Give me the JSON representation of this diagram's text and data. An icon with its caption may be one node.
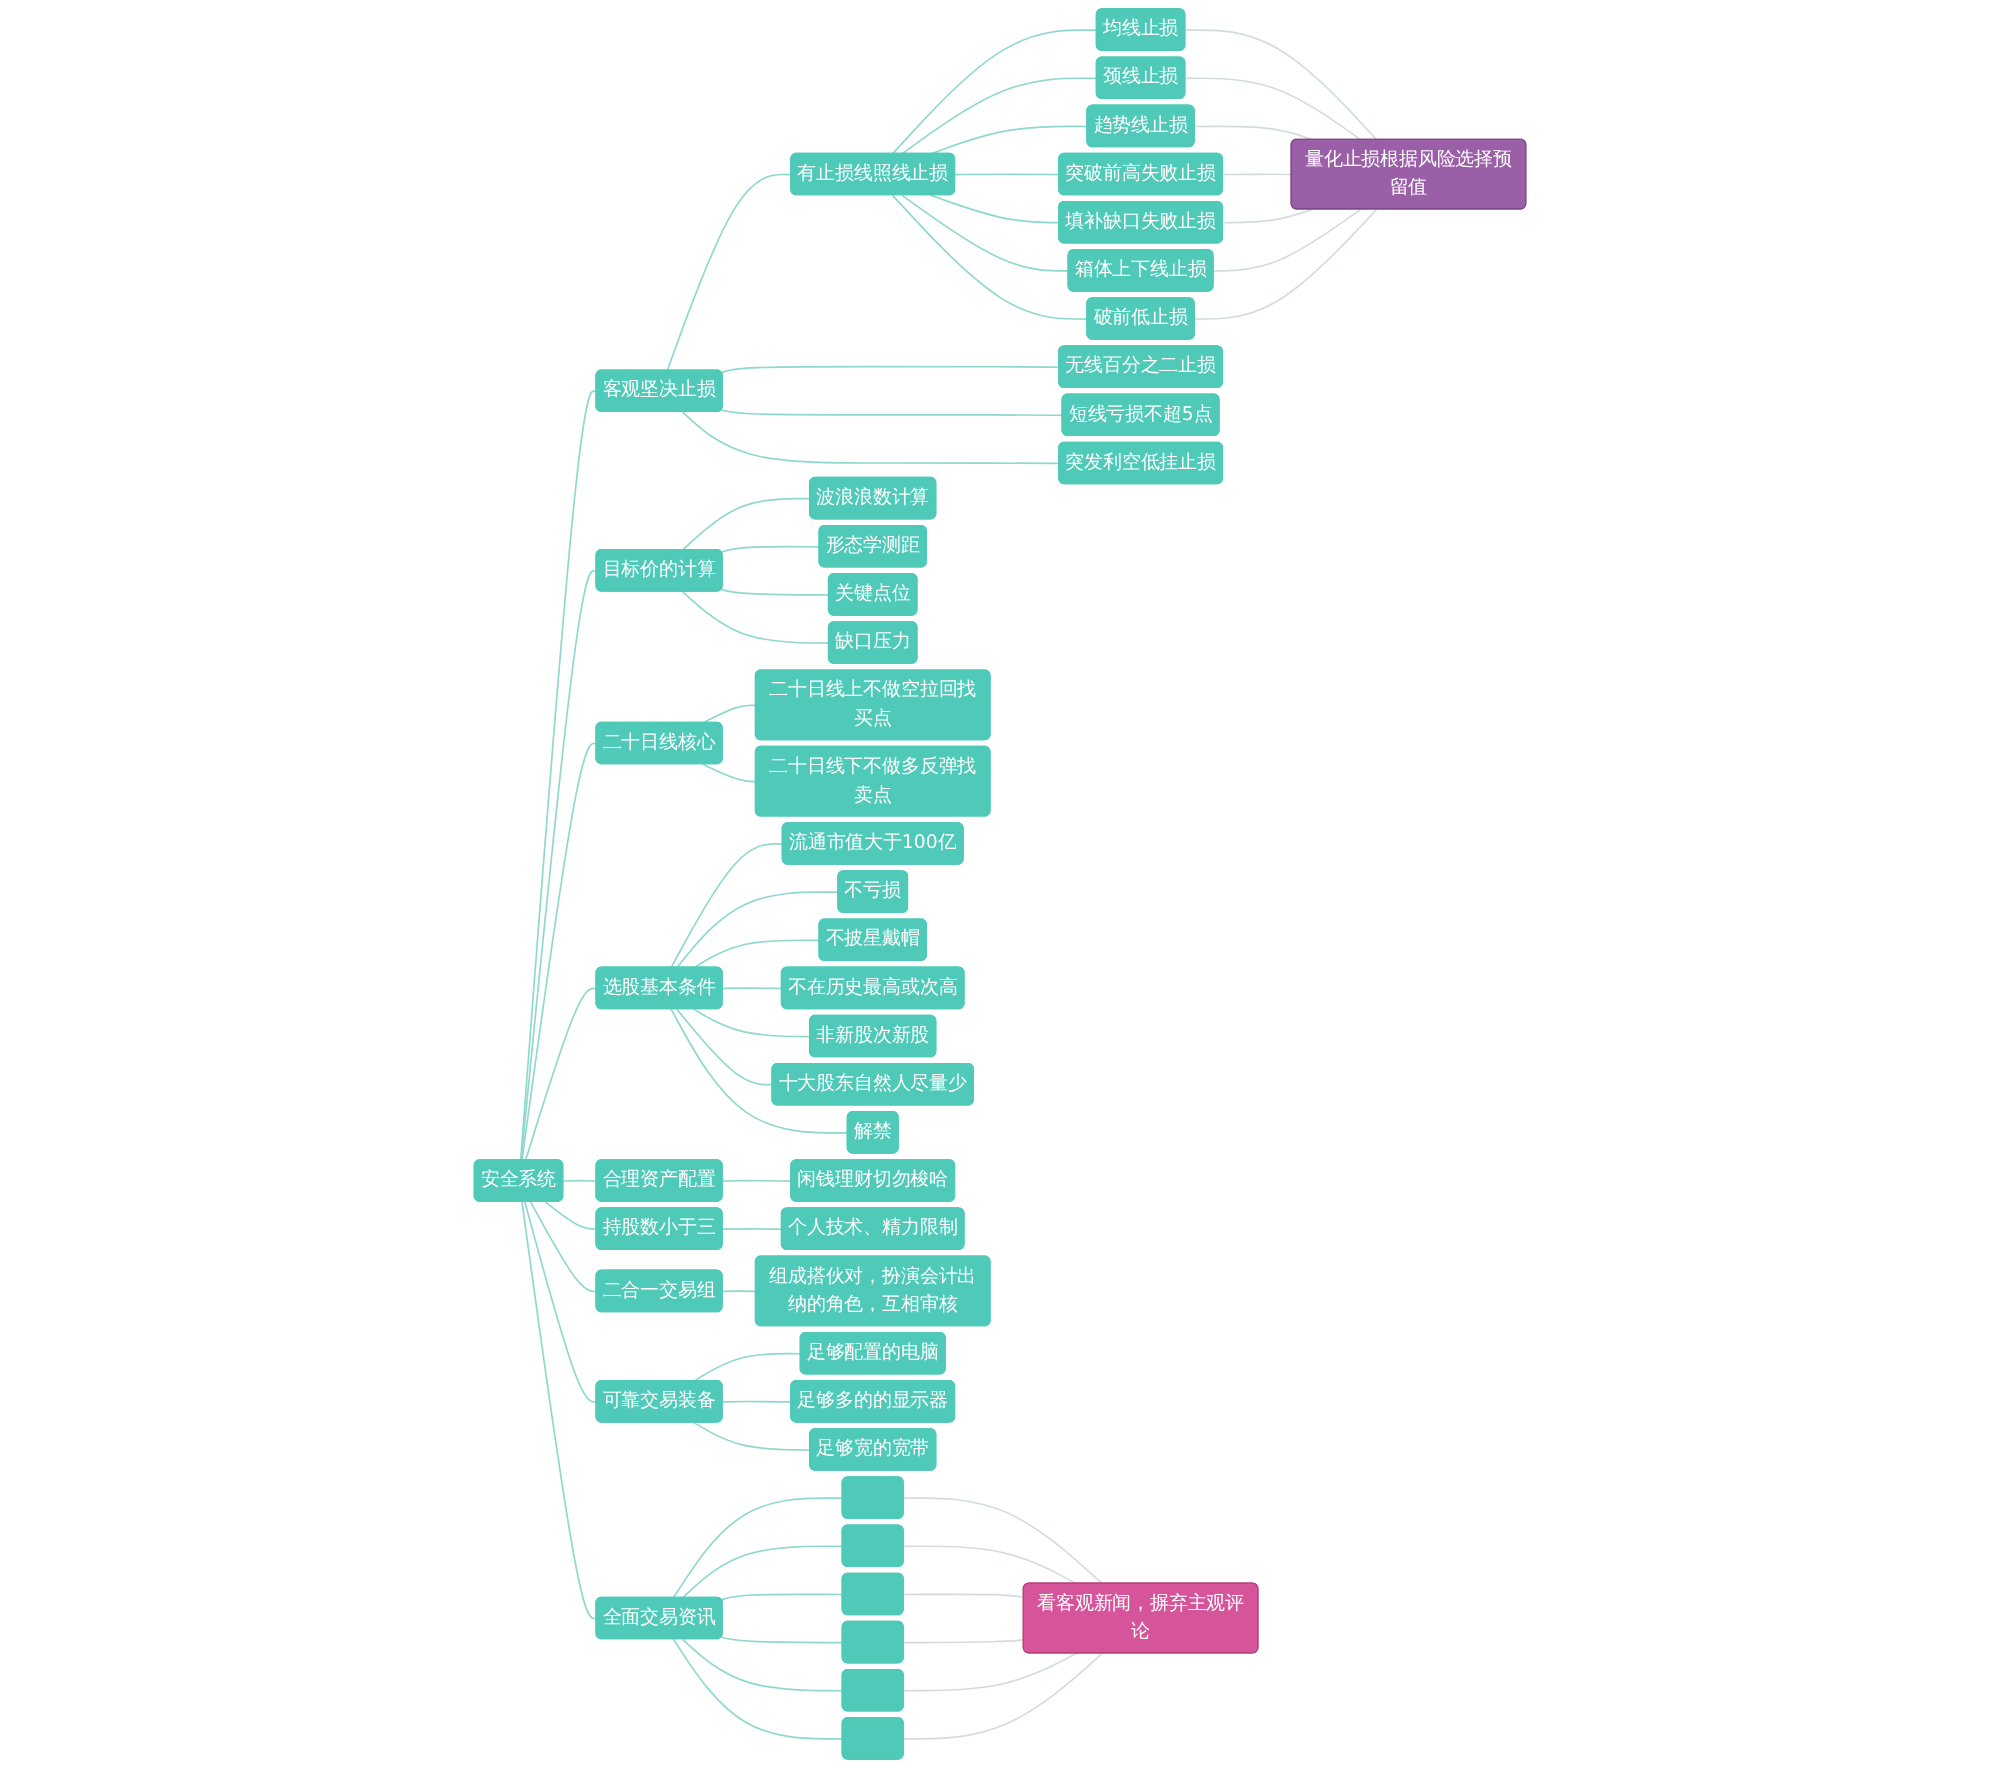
{
  "diagram": {
    "nodes": [
      {
        "text": [
          "安全系统"
        ]
      },
      {
        "text": [
          "客观坚决止损"
        ]
      },
      {
        "text": [
          "有止损线照线止损"
        ]
      },
      {
        "text": [
          "均线止损"
        ]
      },
      {
        "text": [
          "颈线止损"
        ]
      },
      {
        "text": [
          "趋势线止损"
        ]
      },
      {
        "text": [
          "突破前高失败止损"
        ]
      },
      {
        "text": [
          "填补缺口失败止损"
        ]
      },
      {
        "text": [
          "箱体上下线止损"
        ]
      },
      {
        "text": [
          "破前低止损"
        ]
      },
      {
        "text": [
          "量化止损根据风险选择预留值"
        ]
      },
      {
        "text": [
          "无线百分之二止损"
        ]
      },
      {
        "text": [
          "短线亏损不超5点"
        ]
      },
      {
        "text": [
          "突发利空低挂止损"
        ]
      },
      {
        "text": [
          "目标价的计算"
        ]
      },
      {
        "text": [
          "波浪浪数计算"
        ]
      },
      {
        "text": [
          "形态学测距"
        ]
      },
      {
        "text": [
          "关键点位"
        ]
      },
      {
        "text": [
          "缺口压力"
        ]
      },
      {
        "text": [
          "二十日线核心"
        ]
      },
      {
        "text": [
          "二十日线上不做空拉回找买点"
        ]
      },
      {
        "text": [
          "二十日线下不做多反弹找卖点"
        ]
      },
      {
        "text": [
          "选股基本条件"
        ]
      },
      {
        "text": [
          "流通市值大于100亿"
        ]
      },
      {
        "text": [
          "不亏损"
        ]
      },
      {
        "text": [
          "不披星戴帽"
        ]
      },
      {
        "text": [
          "不在历史最高或次高"
        ]
      },
      {
        "text": [
          "非新股次新股"
        ]
      },
      {
        "text": [
          "十大股东自然人尽量少"
        ]
      },
      {
        "text": [
          "解禁"
        ]
      },
      {
        "text": [
          "合理资产配置"
        ]
      },
      {
        "text": [
          "闲钱理财切勿梭哈"
        ]
      },
      {
        "text": [
          "持股数小于三"
        ]
      },
      {
        "text": [
          "个人技术、精力限制"
        ]
      },
      {
        "text": [
          "二合一交易组"
        ]
      },
      {
        "text": [
          "组成搭伙对，扮演会计出纳的角色，互相审核"
        ]
      },
      {
        "text": [
          "可靠交易装备"
        ]
      },
      {
        "text": [
          "足够配置的电脑"
        ]
      },
      {
        "text": [
          "足够多的的显示器"
        ]
      },
      {
        "text": [
          "足够宽的宽带"
        ]
      },
      {
        "text": [
          "全面交易资讯"
        ]
      },
      {
        "text": [],
        "shape": "box"
      },
      {
        "text": [],
        "shape": "box"
      },
      {
        "text": [],
        "shape": "box"
      },
      {
        "text": [],
        "shape": "box"
      },
      {
        "text": [],
        "shape": "box"
      },
      {
        "text": [],
        "shape": "box"
      },
      {
        "text": [
          "看客观新闻，摒弃主观评论"
        ]
      }
    ],
    "edges": [
      {
        "from": 0,
        "to": 1,
        "arrow": "none"
      },
      {
        "from": 1,
        "to": 2,
        "arrow": "none"
      },
      {
        "from": 2,
        "to": 3,
        "arrow": "none"
      },
      {
        "from": 2,
        "to": 4,
        "arrow": "none"
      },
      {
        "from": 2,
        "to": 5,
        "arrow": "none"
      },
      {
        "from": 2,
        "to": 6,
        "arrow": "none"
      },
      {
        "from": 2,
        "to": 7,
        "arrow": "none"
      },
      {
        "from": 2,
        "to": 8,
        "arrow": "none"
      },
      {
        "from": 2,
        "to": 9,
        "arrow": "none"
      },
      {
        "from": 3,
        "to": 10,
        "arrow": "none",
        "color": "#d3dcdc"
      },
      {
        "from": 4,
        "to": 10,
        "arrow": "none",
        "color": "#d3dcdc"
      },
      {
        "from": 5,
        "to": 10,
        "arrow": "none",
        "color": "#d3dcdc"
      },
      {
        "from": 6,
        "to": 10,
        "arrow": "none",
        "color": "#d3dcdc"
      },
      {
        "from": 7,
        "to": 10,
        "arrow": "none",
        "color": "#d3dcdc"
      },
      {
        "from": 8,
        "to": 10,
        "arrow": "none",
        "color": "#d3dcdc"
      },
      {
        "from": 9,
        "to": 10,
        "arrow": "none",
        "color": "#d3dcdc"
      },
      {
        "from": 1,
        "to": 11,
        "arrow": "none"
      },
      {
        "from": 1,
        "to": 12,
        "arrow": "none"
      },
      {
        "from": 1,
        "to": 13,
        "arrow": "none"
      },
      {
        "from": 0,
        "to": 14,
        "arrow": "none"
      },
      {
        "from": 14,
        "to": 15,
        "arrow": "none"
      },
      {
        "from": 14,
        "to": 16,
        "arrow": "none"
      },
      {
        "from": 14,
        "to": 17,
        "arrow": "none"
      },
      {
        "from": 14,
        "to": 18,
        "arrow": "none"
      },
      {
        "from": 0,
        "to": 19,
        "arrow": "none"
      },
      {
        "from": 19,
        "to": 20,
        "arrow": "none"
      },
      {
        "from": 19,
        "to": 21,
        "arrow": "none"
      },
      {
        "from": 0,
        "to": 22,
        "arrow": "none"
      },
      {
        "from": 22,
        "to": 23,
        "arrow": "none"
      },
      {
        "from": 22,
        "to": 24,
        "arrow": "none"
      },
      {
        "from": 22,
        "to": 25,
        "arrow": "none"
      },
      {
        "from": 22,
        "to": 26,
        "arrow": "none"
      },
      {
        "from": 22,
        "to": 27,
        "arrow": "none"
      },
      {
        "from": 22,
        "to": 28,
        "arrow": "none"
      },
      {
        "from": 22,
        "to": 29,
        "arrow": "none"
      },
      {
        "from": 0,
        "to": 30,
        "arrow": "none"
      },
      {
        "from": 30,
        "to": 31,
        "arrow": "none"
      },
      {
        "from": 0,
        "to": 32,
        "arrow": "none"
      },
      {
        "from": 32,
        "to": 33,
        "arrow": "none"
      },
      {
        "from": 0,
        "to": 34,
        "arrow": "none"
      },
      {
        "from": 34,
        "to": 35,
        "arrow": "none"
      },
      {
        "from": 0,
        "to": 36,
        "arrow": "none"
      },
      {
        "from": 36,
        "to": 37,
        "arrow": "none"
      },
      {
        "from": 36,
        "to": 38,
        "arrow": "none"
      },
      {
        "from": 36,
        "to": 39,
        "arrow": "none"
      },
      {
        "from": 0,
        "to": 40,
        "arrow": "none"
      },
      {
        "from": 40,
        "to": 41,
        "arrow": "none"
      },
      {
        "from": 40,
        "to": 42,
        "arrow": "none"
      },
      {
        "from": 40,
        "to": 43,
        "arrow": "none"
      },
      {
        "from": 40,
        "to": 44,
        "arrow": "none"
      },
      {
        "from": 40,
        "to": 45,
        "arrow": "none"
      },
      {
        "from": 40,
        "to": 46,
        "arrow": "none"
      },
      {
        "from": 41,
        "to": 47,
        "arrow": "none",
        "color": "#d3dcdc"
      },
      {
        "from": 42,
        "to": 47,
        "arrow": "none",
        "color": "#d3dcdc"
      },
      {
        "from": 43,
        "to": 47,
        "arrow": "none",
        "color": "#d3dcdc"
      },
      {
        "from": 44,
        "to": 47,
        "arrow": "none",
        "color": "#d3dcdc"
      },
      {
        "from": 45,
        "to": 47,
        "arrow": "none",
        "color": "#d3dcdc"
      },
      {
        "from": 46,
        "to": 47,
        "arrow": "none",
        "color": "#d3dcdc"
      }
    ]
  }
}
